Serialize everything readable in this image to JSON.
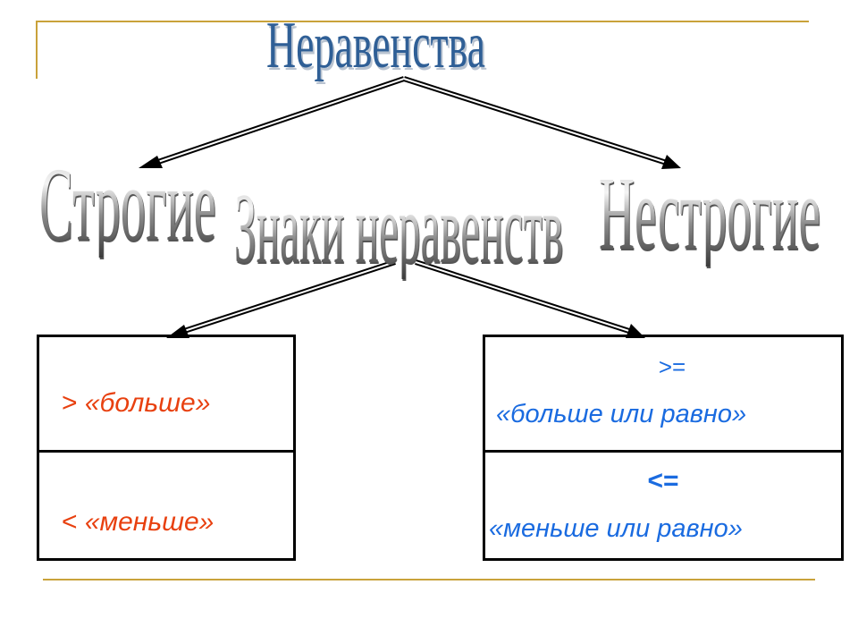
{
  "title": "Неравенства",
  "branches": {
    "left": "Строгие",
    "right": "Нестрогие"
  },
  "subtitle": "Знаки неравенств",
  "strict_box": [
    {
      "symbol": ">",
      "label": "«больше»"
    },
    {
      "symbol": "<",
      "label": "«меньше»"
    }
  ],
  "nonstrict_box": [
    {
      "symbol": ">=",
      "label": "«больше или равно»"
    },
    {
      "symbol": "<=",
      "label": "«меньше или равно»"
    }
  ],
  "colors": {
    "title": "#2F5F96",
    "strict_text": "#E8400F",
    "nonstrict_text": "#1A6BE0",
    "rule": "#C9A23A"
  }
}
